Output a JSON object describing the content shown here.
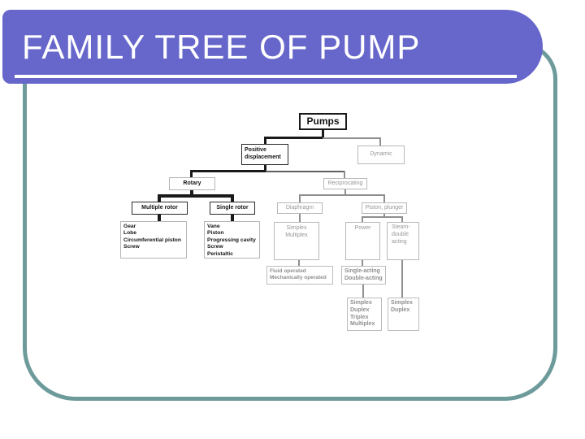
{
  "slide": {
    "title": "FAMILY TREE OF PUMP"
  },
  "colors": {
    "title_bar": "#6767cb",
    "title_text": "#ffffff",
    "frame": "#6d9a9a",
    "emphasis_branch": "#141414",
    "muted_branch": "#979797"
  },
  "tree": {
    "pumps": "Pumps",
    "positive_displacement": "Positive\ndisplacement",
    "dynamic": "Dynamic",
    "rotary": "Rotary",
    "reciprocating": "Reciprocating",
    "multiple_rotor": "Multiple rotor",
    "single_rotor": "Single rotor",
    "diaphragm": "Diaphragm",
    "piston_plunger": "Piston, plunger",
    "multiple_rotor_types": "Gear\nLobe\nCircumferential piston\nScrew",
    "single_rotor_types": "Vane\nPiston\nProgressing cavity\nScrew\nPeristaltic",
    "simplex_multiplex": "Simplex\nMultiplex",
    "power": "Power",
    "steam_double_acting": "Steam-\ndouble\nacting",
    "fluid_mechanically_operated": "Fluid operated\nMechanically operated",
    "single_double_acting": "Single-acting\nDouble-acting",
    "power_types": "Simplex\nDuplex\nTriplex\nMultiplex",
    "steam_types": "Simplex\nDuplex"
  }
}
